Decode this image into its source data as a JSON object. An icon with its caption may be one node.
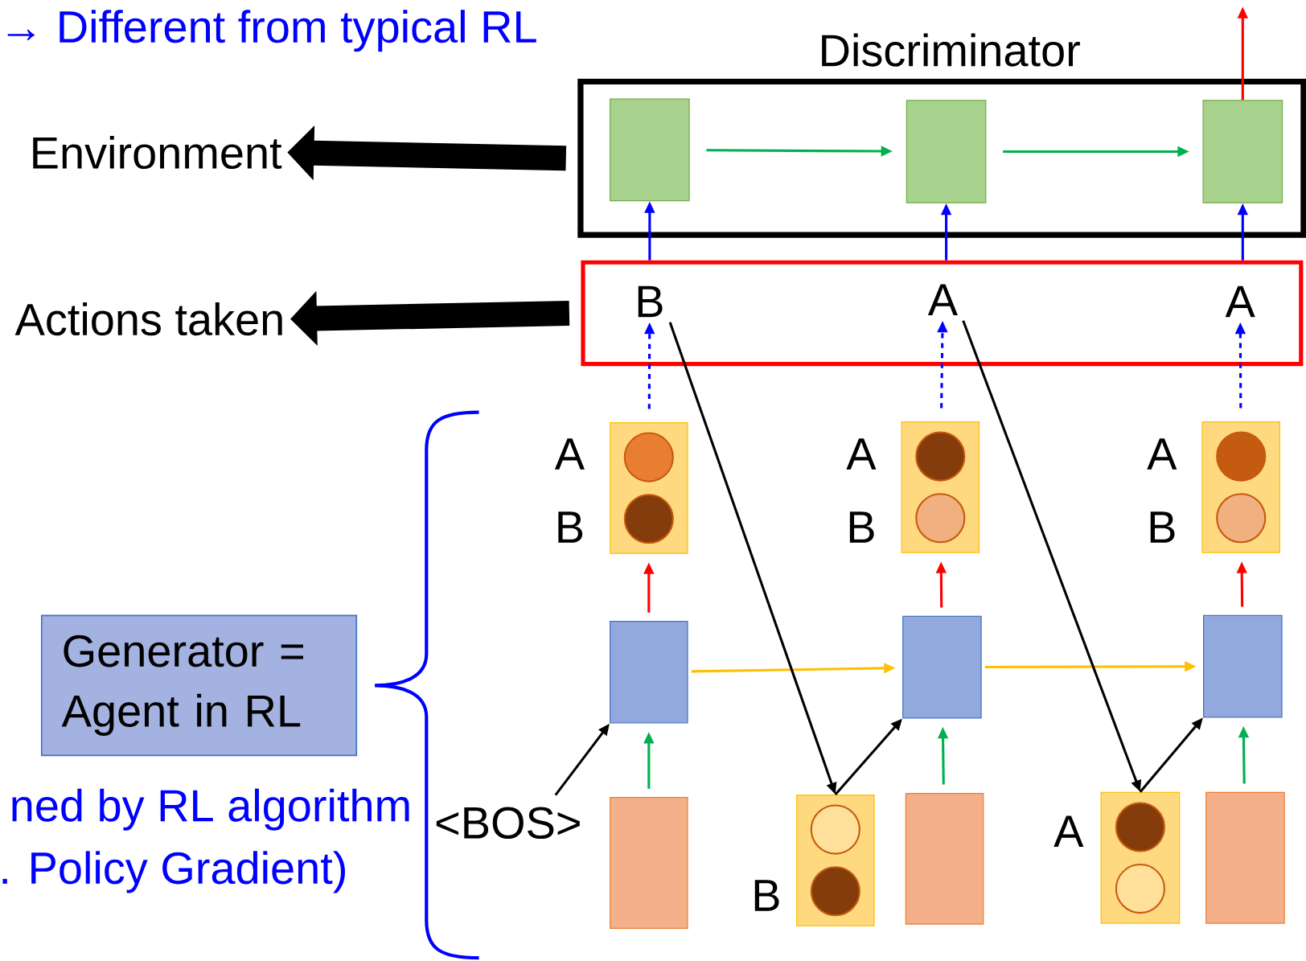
{
  "diagram": {
    "nodes": [
      {
        "text": [
          "Discriminator"
        ]
      },
      {
        "text": [],
        "shape": "box",
        "in": 0
      },
      {
        "text": [],
        "shape": "box",
        "in": 0
      },
      {
        "text": [],
        "shape": "box",
        "in": 0
      },
      {
        "text": [
          "Environment"
        ]
      },
      {
        "text": [],
        "shape": "box"
      },
      {
        "text": [
          "B"
        ],
        "in": 5
      },
      {
        "text": [
          "A"
        ],
        "in": 5
      },
      {
        "text": [
          "A"
        ],
        "in": 5
      },
      {
        "text": [
          "Actions taken"
        ]
      },
      {
        "text": [],
        "shape": "box",
        "beside": [
          "A",
          "B"
        ]
      },
      {
        "text": [],
        "shape": "box",
        "beside": [
          "A",
          "B"
        ]
      },
      {
        "text": [],
        "shape": "box",
        "beside": [
          "A",
          "B"
        ]
      },
      {
        "text": [],
        "shape": "box"
      },
      {
        "text": [],
        "shape": "box"
      },
      {
        "text": [],
        "shape": "box"
      },
      {
        "text": [
          "<BOS>"
        ]
      },
      {
        "text": [],
        "shape": "box"
      },
      {
        "text": [],
        "shape": "box",
        "beside": [
          "B"
        ]
      },
      {
        "text": [],
        "shape": "box"
      },
      {
        "text": [],
        "shape": "box",
        "beside": [
          "A"
        ]
      },
      {
        "text": [],
        "shape": "box"
      },
      {
        "text": [
          "Generator = Agent in RL"
        ]
      }
    ],
    "edges": [
      {
        "from": 0,
        "to": 4,
        "arrow": "to",
        "style": "thick"
      },
      {
        "from": 5,
        "to": 9,
        "arrow": "to",
        "style": "thick"
      },
      {
        "from": 1,
        "to": 2,
        "arrow": "to",
        "color": "#00b050"
      },
      {
        "from": 2,
        "to": 3,
        "arrow": "to",
        "color": "#00b050"
      },
      {
        "from": 3,
        "to": null,
        "arrow": "to",
        "color": "#ff0000"
      },
      {
        "from": 5,
        "to": 1,
        "arrow": "to",
        "color": "#0000ff"
      },
      {
        "from": 5,
        "to": 2,
        "arrow": "to",
        "color": "#0000ff"
      },
      {
        "from": 5,
        "to": 3,
        "arrow": "to",
        "color": "#0000ff"
      },
      {
        "from": 10,
        "to": 6,
        "arrow": "to",
        "style": "dashed",
        "color": "#0000ff"
      },
      {
        "from": 11,
        "to": 7,
        "arrow": "to",
        "style": "dashed",
        "color": "#0000ff"
      },
      {
        "from": 12,
        "to": 8,
        "arrow": "to",
        "style": "dashed",
        "color": "#0000ff"
      },
      {
        "from": 13,
        "to": 10,
        "arrow": "to",
        "color": "#ff0000"
      },
      {
        "from": 14,
        "to": 11,
        "arrow": "to",
        "color": "#ff0000"
      },
      {
        "from": 15,
        "to": 12,
        "arrow": "to",
        "color": "#ff0000"
      },
      {
        "from": 13,
        "to": 14,
        "arrow": "to",
        "color": "#ffc000"
      },
      {
        "from": 14,
        "to": 15,
        "arrow": "to",
        "color": "#ffc000"
      },
      {
        "from": 17,
        "to": 13,
        "arrow": "to",
        "color": "#00b050"
      },
      {
        "from": 19,
        "to": 14,
        "arrow": "to",
        "color": "#00b050"
      },
      {
        "from": 21,
        "to": 15,
        "arrow": "to",
        "color": "#00b050"
      },
      {
        "from": 16,
        "to": 13,
        "arrow": "to"
      },
      {
        "from": 18,
        "to": 14,
        "arrow": "to"
      },
      {
        "from": 20,
        "to": 15,
        "arrow": "to"
      },
      {
        "from": 6,
        "to": 18,
        "arrow": "to"
      },
      {
        "from": 7,
        "to": 20,
        "arrow": "to"
      }
    ],
    "labels": [
      "→ Different from typical RL",
      "ned by RL algorithm",
      ". Policy Gradient)"
    ]
  }
}
